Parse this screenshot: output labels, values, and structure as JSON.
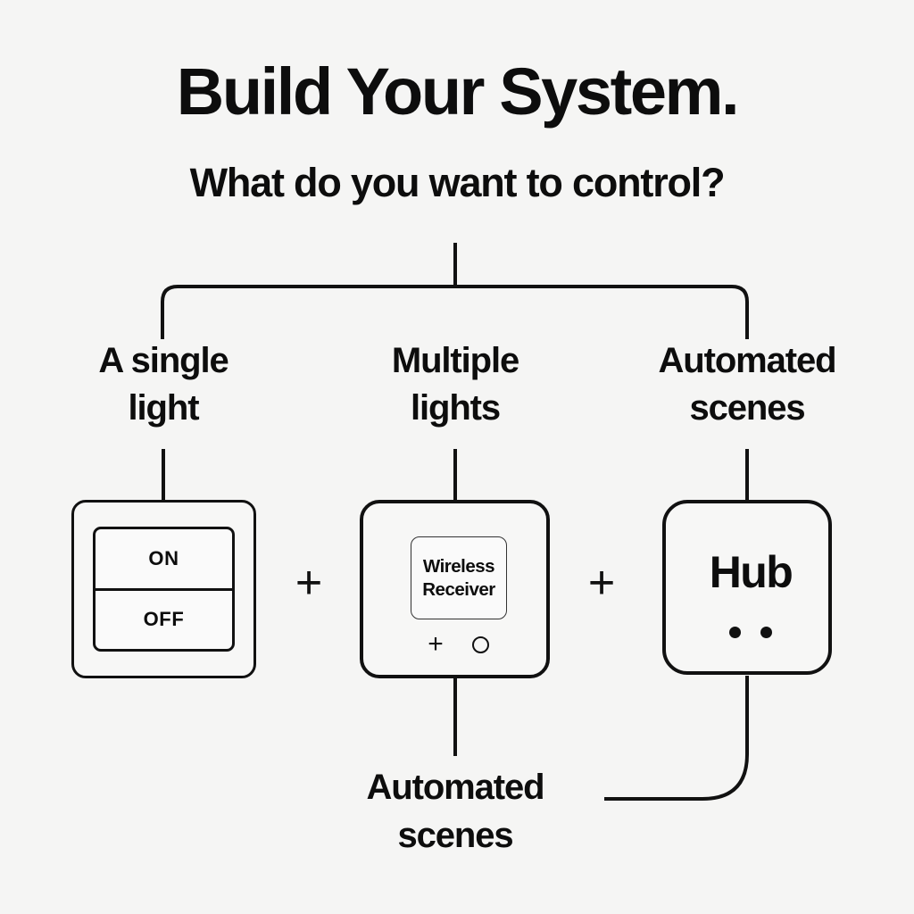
{
  "header": {
    "title": "Build Your System.",
    "subtitle": "What do you want to control?"
  },
  "branches": [
    {
      "label": "A single\nlight"
    },
    {
      "label": "Multiple\nlights"
    },
    {
      "label": "Automated\nscenes"
    }
  ],
  "separators": [
    {
      "symbol": "+"
    },
    {
      "symbol": "+"
    }
  ],
  "devices": {
    "switch": {
      "on_label": "ON",
      "off_label": "OFF"
    },
    "receiver": {
      "line1": "Wireless",
      "line2": "Receiver",
      "plus_symbol": "+"
    },
    "hub": {
      "label": "Hub"
    }
  },
  "outcome": {
    "label": "Automated\nscenes"
  },
  "colors": {
    "background": "#f5f5f4",
    "ink": "#111111",
    "device_fill": "#f7f7f6"
  }
}
